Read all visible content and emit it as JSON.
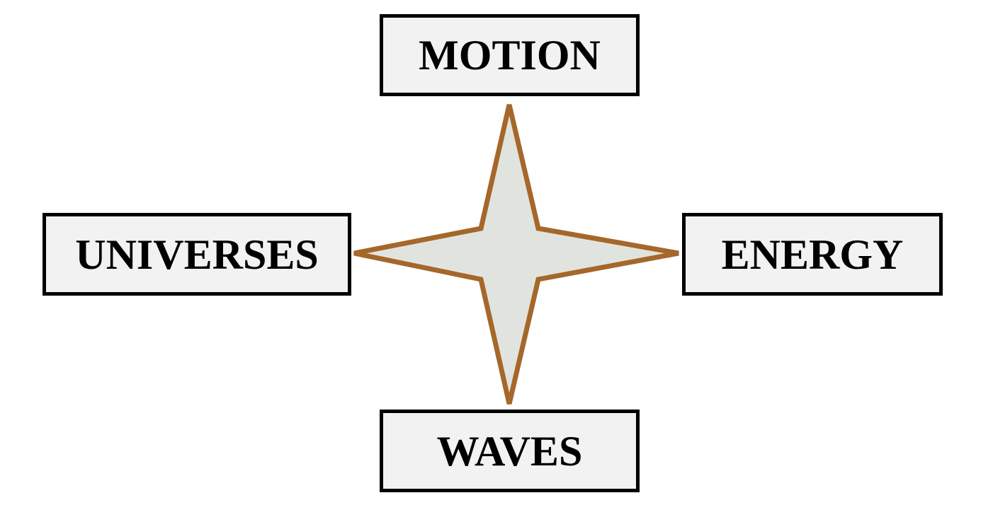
{
  "diagram": {
    "nodes": {
      "top": "MOTION",
      "left": "UNIVERSES",
      "right": "ENERGY",
      "bottom": "WAVES"
    },
    "center_shape": "four-point-star",
    "colors": {
      "star_fill": "#e1e4de",
      "star_stroke": "#a5672a",
      "box_fill": "#f2f2f2",
      "box_border": "#000000",
      "text": "#000000"
    }
  }
}
